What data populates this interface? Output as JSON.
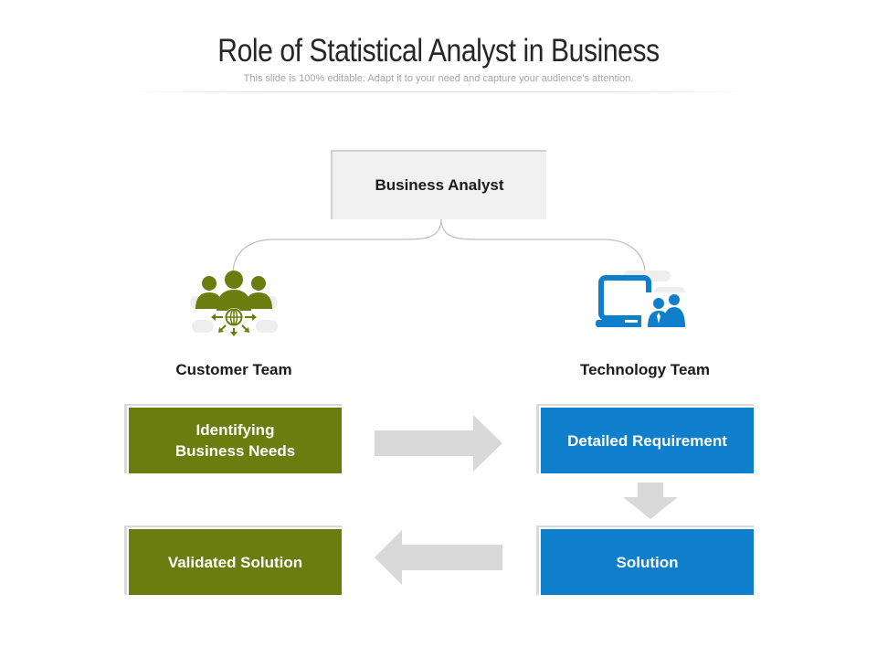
{
  "header": {
    "title": "Role of Statistical Analyst in Business",
    "subtitle": "This slide is 100% editable. Adapt it to your need and capture your audience’s attention."
  },
  "top_node": {
    "label": "Business Analyst"
  },
  "teams": {
    "customer": {
      "label": "Customer Team",
      "icon": "customer-team-icon",
      "color": "#6a7d0e"
    },
    "technology": {
      "label": "Technology Team",
      "icon": "technology-team-icon",
      "color": "#0f7fcc"
    }
  },
  "steps": {
    "identifying": {
      "line1": "Identifying",
      "line2": "Business Needs"
    },
    "detailed": "Detailed Requirement",
    "solution": "Solution",
    "validated": "Validated Solution"
  },
  "colors": {
    "green": "#6a7d0e",
    "blue": "#0f7fcc",
    "arrow": "#d9d9d9",
    "neutral_box": "#f1f1f1"
  }
}
